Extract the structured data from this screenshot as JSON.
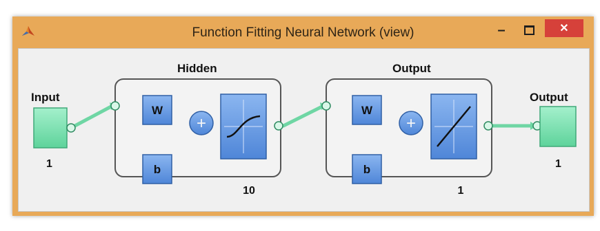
{
  "window": {
    "title": "Function Fitting Neural Network (view)",
    "controls": {
      "minimize": "–",
      "close": "✕"
    },
    "colors": {
      "title_bar": "#e8a958",
      "close": "#d6413a",
      "node": "#6aa0e6",
      "io_box": "#7ee0b0",
      "connection": "#6fd6a4"
    }
  },
  "diagram": {
    "input": {
      "label": "Input",
      "size": "1"
    },
    "hidden": {
      "label": "Hidden",
      "weight": "W",
      "bias": "b",
      "sum": "+",
      "size": "10",
      "transfer": "tansig-curve"
    },
    "output_layer": {
      "label": "Output",
      "weight": "W",
      "bias": "b",
      "sum": "+",
      "size": "1",
      "transfer": "purelin-line"
    },
    "output": {
      "label": "Output",
      "size": "1"
    }
  }
}
